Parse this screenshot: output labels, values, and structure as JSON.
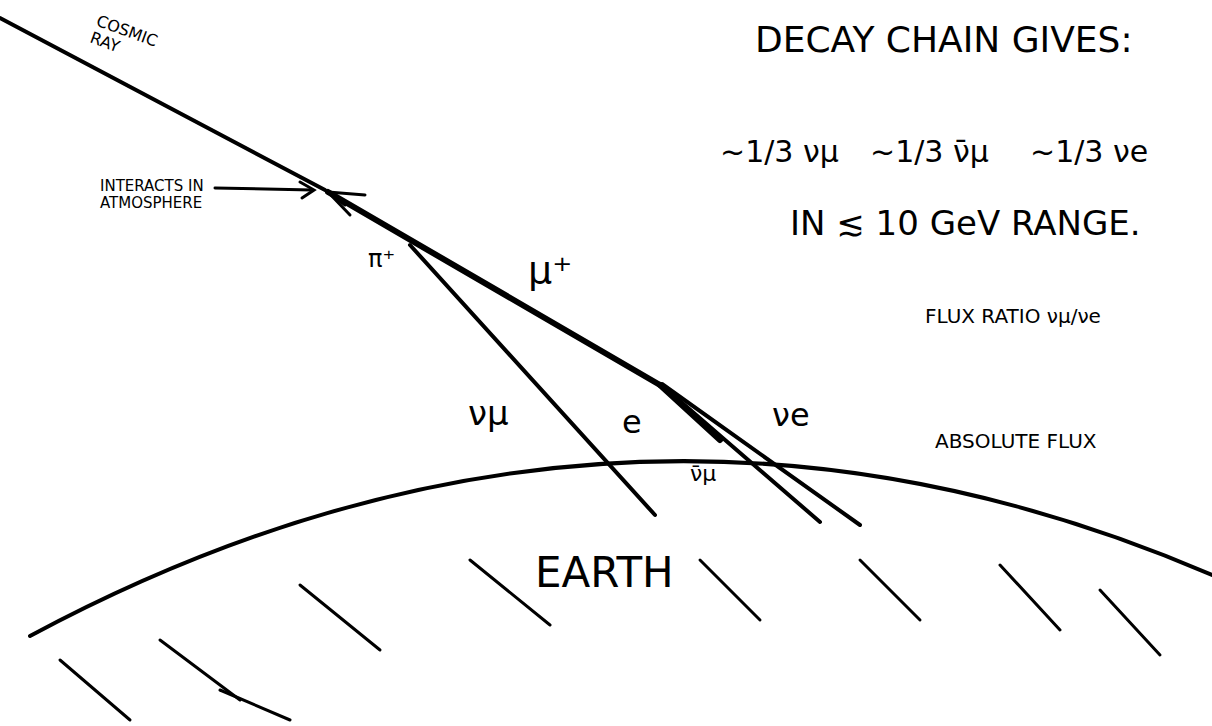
{
  "diagram": {
    "labels": [
      "COSMIC RAY",
      "INTERACTS IN ATMOSPHERE",
      "π⁺",
      "μ⁺",
      "νμ",
      "e",
      "ν̄μ",
      "νe",
      "EARTH",
      "DECAY CHAIN GIVES:",
      "~1/3 νμ",
      "~1/3 ν̄μ",
      "~1/3 νe",
      "IN ≲ 10 GeV RANGE.",
      "FLUX RATIO νμ/νe",
      "ABSOLUTE FLUX"
    ]
  }
}
